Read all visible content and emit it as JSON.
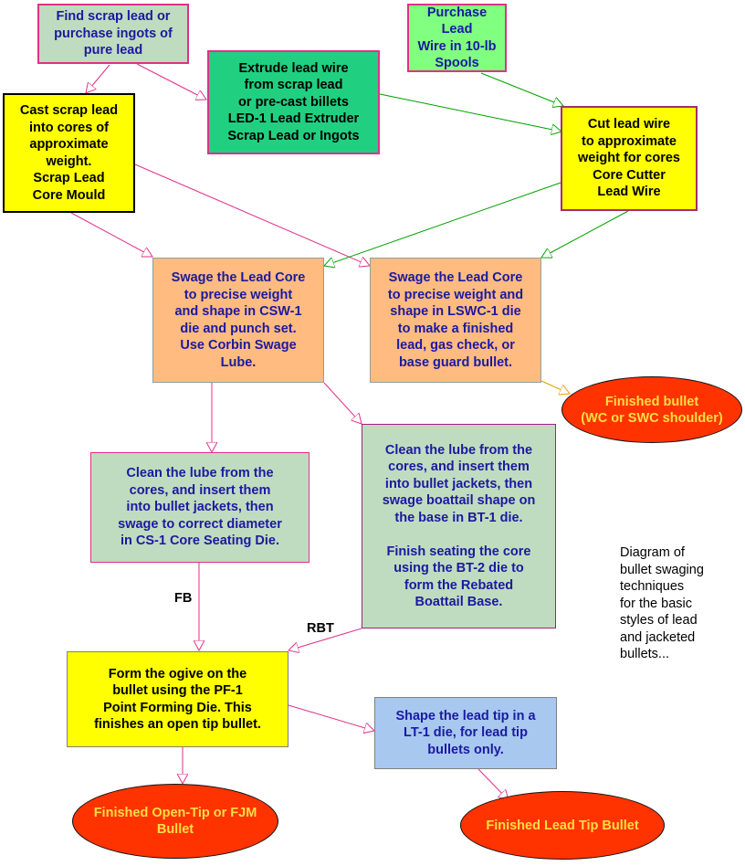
{
  "boxes": {
    "find_scrap": "Find scrap lead or\npurchase ingots of\npure lead",
    "purchase_wire": "Purchase Lead\nWire in 10-lb\nSpools",
    "extrude": "Extrude lead wire\nfrom scrap lead\nor pre-cast billets\nLED-1 Lead Extruder\nScrap Lead or Ingots",
    "cast_scrap": "Cast scrap lead\ninto cores of\napproximate\nweight.\nScrap Lead\nCore Mould",
    "cut_wire": "Cut lead wire\nto approximate\nweight for cores\nCore Cutter\nLead Wire",
    "swage_csw": "Swage the Lead Core\nto precise weight\nand shape in CSW-1\ndie and punch set.\nUse Corbin Swage\nLube.",
    "swage_lswc": "Swage the Lead Core\nto precise weight and\nshape in LSWC-1 die\nto make a finished\nlead, gas check, or\nbase guard bullet.",
    "clean_cs": "Clean the lube from the\ncores, and insert them\ninto bullet jackets, then\nswage to correct diameter\nin CS-1 Core Seating Die.",
    "clean_bt": "Clean the lube from the\ncores, and insert them\ninto bullet jackets, then\nswage boattail shape on\nthe base in BT-1 die.\n\nFinish seating the core\nusing the BT-2 die to\nform the Rebated\nBoattail Base.",
    "ogive": "Form the ogive on the\nbullet using the PF-1\nPoint Forming Die. This\nfinishes an open tip bullet.",
    "lead_tip": "Shape the lead tip in a\nLT-1 die, for lead tip\nbullets only."
  },
  "ellipses": {
    "finished_wc": "Finished bullet\n(WC or SWC shoulder)",
    "finished_open": "Finished Open-Tip or FJM\nBullet",
    "finished_lead_tip": "Finished Lead Tip Bullet"
  },
  "labels": {
    "fb": "FB",
    "rbt": "RBT"
  },
  "note": "Diagram of\nbullet swaging\ntechniques\nfor the basic\nstyles of lead\nand jacketed\nbullets...",
  "colors": {
    "pink_box": "#c0e0c0",
    "lime_box": "#80ff80",
    "green_box": "#20d080",
    "yellow_box": "#ffff00",
    "orange_box": "#ffbb80",
    "sage_box": "#c0dcc0",
    "blue_box": "#a8c8f0",
    "ellipse_fill": "#ff3300",
    "ellipse_text": "#ffdd44",
    "pink_line": "#e0308a",
    "green_line": "#00a000",
    "orange_line": "#e0a000"
  }
}
